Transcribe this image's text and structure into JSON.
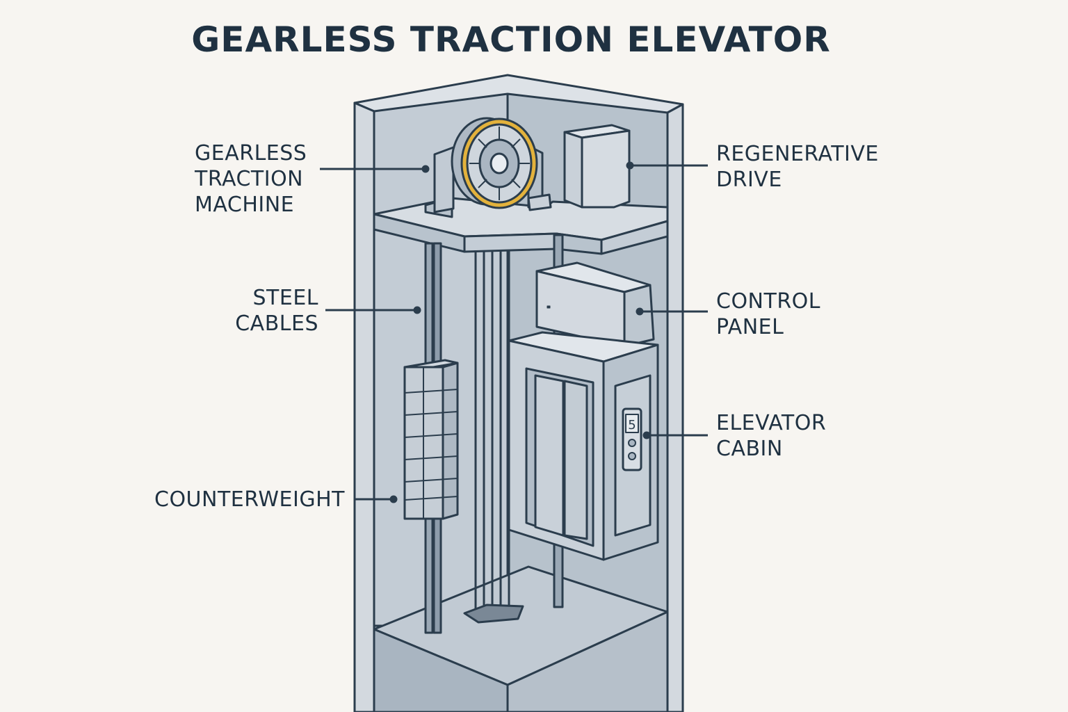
{
  "title": "GEARLESS TRACTION ELEVATOR",
  "labels": {
    "gearless_machine": [
      "GEARLESS",
      "TRACTION",
      "MACHINE"
    ],
    "steel_cables": [
      "STEEL",
      "CABLES"
    ],
    "counterweight": [
      "COUNTERWEIGHT"
    ],
    "regenerative_drive": [
      "REGENERATIVE",
      "DRIVE"
    ],
    "control_panel": [
      "CONTROL",
      "PANEL"
    ],
    "elevator_cabin": [
      "ELEVATOR",
      "CABIN"
    ]
  },
  "floor_indicator": "5",
  "colors": {
    "outline": "#2b3d4d",
    "shaft_face": "#c8d0d8",
    "shaft_inner": "#b4bfca",
    "component": "#cfd6dd",
    "sheave_ring": "#e3b23c",
    "background": "#f7f5f1"
  }
}
